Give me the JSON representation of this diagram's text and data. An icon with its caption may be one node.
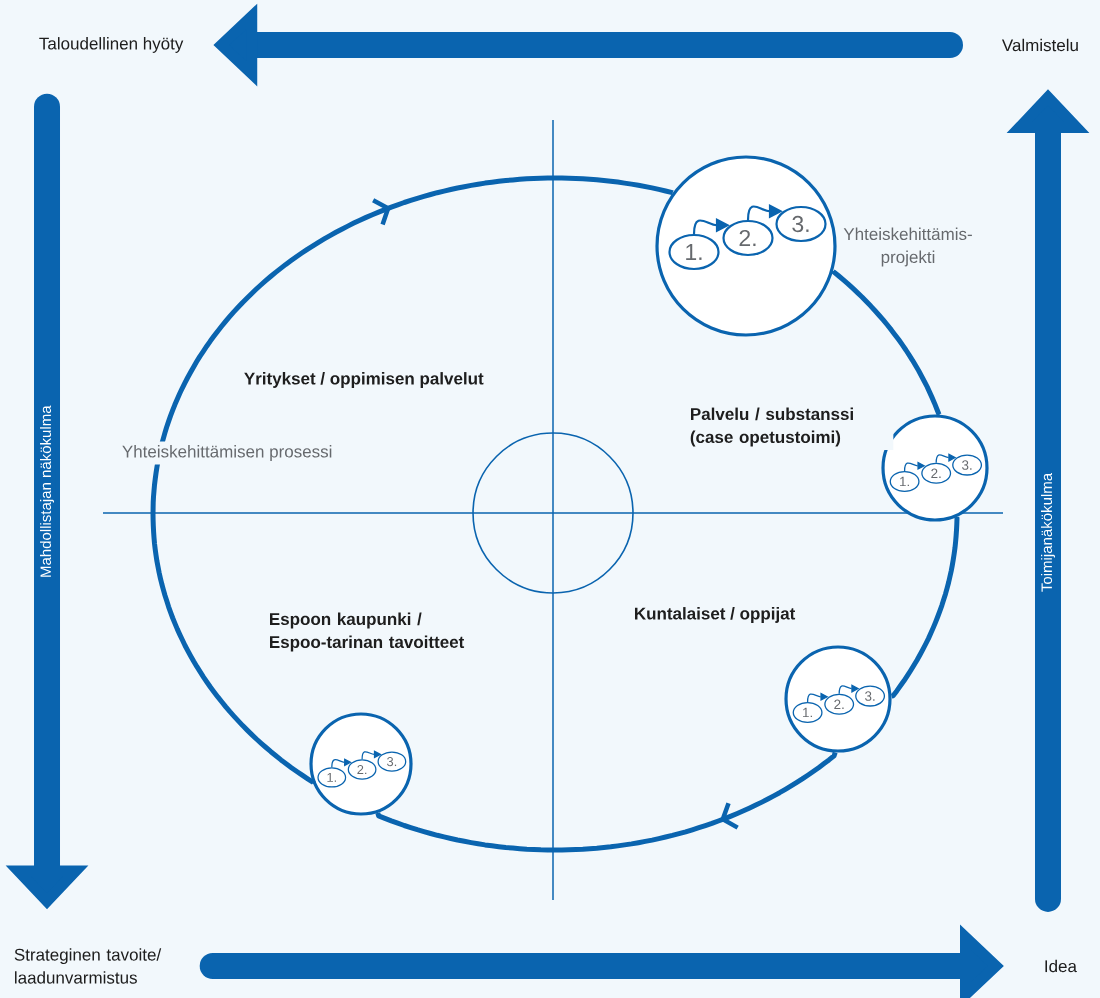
{
  "diagram": {
    "nodes": [
      {
        "text": [
          "Taloudellinen hyöty"
        ]
      },
      {
        "text": [
          "Valmistelu"
        ]
      },
      {
        "text": [
          "Strateginen tavoite/ laadunvarmistus"
        ]
      },
      {
        "text": [
          "Idea"
        ]
      },
      {
        "text": [],
        "shape": "circle",
        "beside": [
          "Yhteiskehittämis-projekti"
        ]
      },
      {
        "text": [
          "1."
        ],
        "in": 4
      },
      {
        "text": [
          "2."
        ],
        "in": 4
      },
      {
        "text": [
          "3."
        ],
        "in": 4
      },
      {
        "text": [],
        "shape": "circle"
      },
      {
        "text": [
          "1."
        ],
        "in": 8
      },
      {
        "text": [
          "2."
        ],
        "in": 8
      },
      {
        "text": [
          "3."
        ],
        "in": 8
      },
      {
        "text": [],
        "shape": "circle"
      },
      {
        "text": [
          "1."
        ],
        "in": 12
      },
      {
        "text": [
          "2."
        ],
        "in": 12
      },
      {
        "text": [
          "3."
        ],
        "in": 12
      },
      {
        "text": [],
        "shape": "circle"
      },
      {
        "text": [
          "1."
        ],
        "in": 16
      },
      {
        "text": [
          "2."
        ],
        "in": 16
      },
      {
        "text": [
          "3."
        ],
        "in": 16
      },
      {
        "text": [],
        "shape": "circle"
      }
    ],
    "edges": [
      {
        "from": 1,
        "to": 0,
        "arrow": "to",
        "style": "thick"
      },
      {
        "from": 0,
        "to": 2,
        "arrow": "to",
        "style": "thick",
        "label": "Mahdollistajan näkökulma"
      },
      {
        "from": 2,
        "to": 3,
        "arrow": "to",
        "style": "thick"
      },
      {
        "from": 3,
        "to": 1,
        "arrow": "to",
        "style": "thick",
        "label": "Toimijanäkökulma"
      },
      {
        "from": 4,
        "to": 8,
        "arrow": "none",
        "style": "thick"
      },
      {
        "from": 8,
        "to": 12,
        "arrow": "none",
        "style": "thick"
      },
      {
        "from": 12,
        "to": 16,
        "arrow": "to",
        "style": "thick"
      },
      {
        "from": 16,
        "to": 4,
        "arrow": "to",
        "style": "thick"
      },
      {
        "from": 5,
        "to": 6,
        "arrow": "to"
      },
      {
        "from": 6,
        "to": 7,
        "arrow": "to"
      },
      {
        "from": 9,
        "to": 10,
        "arrow": "to"
      },
      {
        "from": 10,
        "to": 11,
        "arrow": "to"
      },
      {
        "from": 13,
        "to": 14,
        "arrow": "to"
      },
      {
        "from": 14,
        "to": 15,
        "arrow": "to"
      },
      {
        "from": 17,
        "to": 18,
        "arrow": "to"
      },
      {
        "from": 18,
        "to": 19,
        "arrow": "to"
      }
    ],
    "labels": [
      "Yritykset / oppimisen palvelut",
      "Palvelu / substanssi (case opetustoimi)",
      "Yhteiskehittämisen prosessi",
      "Espoon kaupunki / Espoo-tarinan tavoitteet",
      "Kuntalaiset / oppijat"
    ]
  }
}
